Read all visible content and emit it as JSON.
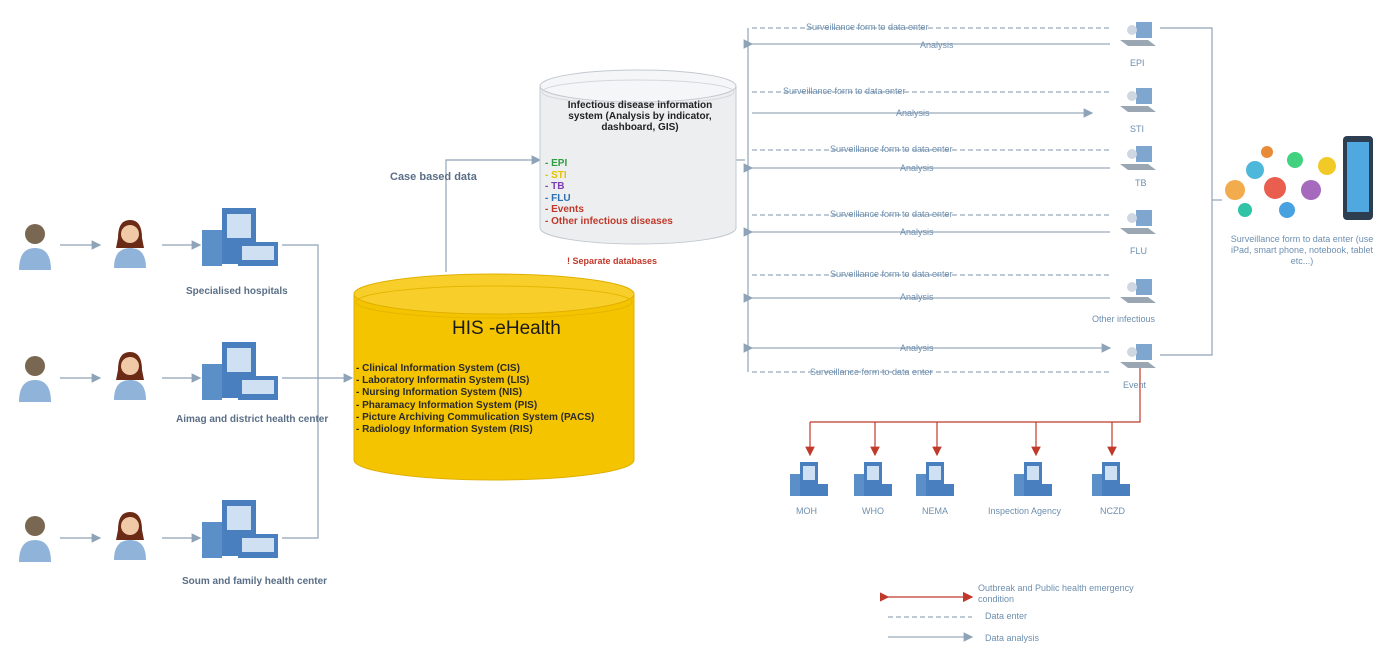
{
  "tiers": [
    {
      "label": "Specialised hospitals"
    },
    {
      "label": "Aimag and district health center"
    },
    {
      "label": "Soum and family health center"
    }
  ],
  "case_based_data": "Case based data",
  "ids": {
    "title": "Infectious disease information system (Analysis by indicator, dashboard, GIS)",
    "items": [
      {
        "text": "- EPI",
        "color": "#2e9e3e"
      },
      {
        "text": "- STI",
        "color": "#e5c300"
      },
      {
        "text": "- TB",
        "color": "#7b3fb0"
      },
      {
        "text": "- FLU",
        "color": "#2e6fb0"
      },
      {
        "text": "- Events",
        "color": "#c0392b"
      },
      {
        "text": "- Other infectious diseases",
        "color": "#c0392b"
      }
    ],
    "note": "! Separate databases",
    "note_color": "#c0392b"
  },
  "his": {
    "title": "HIS -eHealth",
    "items": [
      "- Clinical Information System (CIS)",
      "- Laboratory Informatin System (LIS)",
      "- Nursing Information System (NIS)",
      "- Pharamacy Information System (PIS)",
      "- Picture Archiving Commulication System (PACS)",
      "- Radiology Information System (RIS)"
    ],
    "color": "#f5c400"
  },
  "flows": [
    {
      "form": "Surveillance form to data enter",
      "analysis": "Analysis",
      "node": "EPI"
    },
    {
      "form": "Surveillance form to data enter",
      "analysis": "Analysis",
      "node": "STI"
    },
    {
      "form": "Surveillance form to data enter",
      "analysis": "Analysis",
      "node": "TB"
    },
    {
      "form": "Surveillance form to data enter",
      "analysis": "Analysis",
      "node": "FLU"
    },
    {
      "form": "Surveillance form to data enter",
      "analysis": "Analysis",
      "node": "Other infectious"
    },
    {
      "form": "Surveillance form to data enter",
      "analysis": "Analysis",
      "node": "Event"
    }
  ],
  "devices_caption": "Surveillance form to data enter (use iPad, smart phone, notebook, tablet etc...)",
  "agencies": [
    "MOH",
    "WHO",
    "NEMA",
    "Inspection Agency",
    "NCZD"
  ],
  "legend": [
    {
      "text": "Outbreak and Public health emergency condition",
      "color": "#c0392b"
    },
    {
      "text": "Data enter",
      "color": "#9aaabb"
    },
    {
      "text": "Data analysis",
      "color": "#9aaabb"
    }
  ]
}
